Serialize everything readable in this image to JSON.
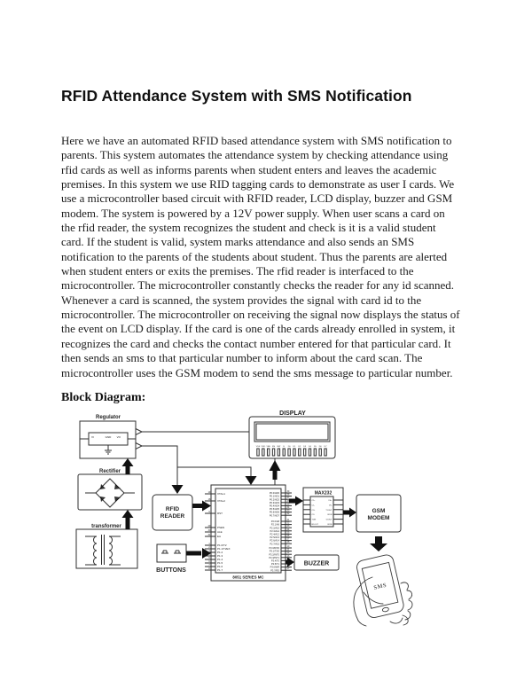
{
  "page": {
    "title": "RFID Attendance System with SMS Notification",
    "body": "Here we have an automated RFID based attendance system with SMS notification to\nparents. This system automates the attendance system by checking attendance using\nrfid cards as well as informs parents when student enters and leaves the academic\npremises. In this system we use RID tagging cards to demonstrate as user I cards. We\nuse a microcontroller based circuit with RFID reader, LCD display, buzzer and GSM\nmodem. The system is powered by a 12V power supply. When user scans a card on\nthe rfid reader, the system recognizes the student and check is it is a valid student\ncard. If the student is valid, system marks attendance and also sends an SMS\nnotification to the parents of the students about student. Thus the parents are alerted\nwhen student enters or exits the premises. The rfid reader is interfaced to the\nmicrocontroller. The microcontroller constantly checks the reader for any id scanned.\nWhenever a card is scanned, the system provides the signal with card id to the\nmicrocontroller. The microcontroller on receiving the signal now displays the status of\nthe event on LCD display. If the card is one of the cards already enrolled in system, it\nrecognizes the card and checks the contact number entered for that particular card. It\nthen sends an sms to that particular number to inform about the card scan. The\nmicrocontroller uses the GSM modem to send the sms message to particular number.",
    "section_heading": "Block Diagram:"
  },
  "diagram": {
    "regulator": {
      "label": "Regulator",
      "vi": "VI",
      "vo": "VO",
      "gnd": "GND"
    },
    "rectifier": {
      "label": "Rectifier"
    },
    "transformer": {
      "label": "transformer"
    },
    "display": {
      "label": "DISPLAY",
      "pins": [
        "VSS",
        "VDD",
        "VEE",
        "RS",
        "RW",
        "E",
        "D0",
        "D1",
        "D2",
        "D3",
        "D4",
        "D5",
        "D6",
        "D7"
      ]
    },
    "rfid": {
      "line1": "RFID",
      "line2": "READER"
    },
    "buttons": {
      "label": "BUTTONS"
    },
    "mc": {
      "label": "8051 SERIES MC",
      "xtal": [
        {
          "n": "19",
          "t": "XTAL1"
        },
        {
          "n": "18",
          "t": "XTAL2"
        }
      ],
      "rst": [
        {
          "n": "9",
          "t": "RST"
        }
      ],
      "ctrl": [
        {
          "n": "29",
          "t": "PSEN"
        },
        {
          "n": "30",
          "t": "ALE"
        },
        {
          "n": "31",
          "t": "EA"
        }
      ],
      "p1": [
        {
          "n": "1",
          "t": "P1.0/T2"
        },
        {
          "n": "2",
          "t": "P1.1/T2EX"
        },
        {
          "n": "3",
          "t": "P1.2"
        },
        {
          "n": "4",
          "t": "P1.3"
        },
        {
          "n": "5",
          "t": "P1.4"
        },
        {
          "n": "6",
          "t": "P1.5"
        },
        {
          "n": "7",
          "t": "P1.6"
        },
        {
          "n": "8",
          "t": "P1.7"
        }
      ],
      "p0": [
        {
          "n": "39",
          "t": "P0.0/AD0"
        },
        {
          "n": "38",
          "t": "P0.1/AD1"
        },
        {
          "n": "37",
          "t": "P0.2/AD2"
        },
        {
          "n": "36",
          "t": "P0.3/AD3"
        },
        {
          "n": "35",
          "t": "P0.4/AD4"
        },
        {
          "n": "34",
          "t": "P0.5/AD5"
        },
        {
          "n": "33",
          "t": "P0.6/AD6"
        },
        {
          "n": "32",
          "t": "P0.7/AD7"
        }
      ],
      "p2": [
        {
          "n": "21",
          "t": "P2.0/A8"
        },
        {
          "n": "22",
          "t": "P2.1/A9"
        },
        {
          "n": "23",
          "t": "P2.2/A10"
        },
        {
          "n": "24",
          "t": "P2.3/A11"
        },
        {
          "n": "25",
          "t": "P2.4/A12"
        },
        {
          "n": "26",
          "t": "P2.5/A13"
        },
        {
          "n": "27",
          "t": "P2.6/A14"
        },
        {
          "n": "28",
          "t": "P2.7/A15"
        }
      ],
      "p3": [
        {
          "n": "10",
          "t": "P3.0/RXD"
        },
        {
          "n": "11",
          "t": "P3.1/TXD"
        },
        {
          "n": "12",
          "t": "P3.2/INT0"
        },
        {
          "n": "13",
          "t": "P3.3/INT1"
        },
        {
          "n": "14",
          "t": "P3.4/T0"
        },
        {
          "n": "15",
          "t": "P3.5/T1"
        },
        {
          "n": "16",
          "t": "P3.6/WR"
        },
        {
          "n": "17",
          "t": "P3.7/RD"
        }
      ]
    },
    "max232": {
      "label": "MAX232",
      "left_pins": [
        "C1+",
        "C1-",
        "C2+",
        "C2-",
        "T1IN",
        "R1OUT"
      ],
      "right_pins": [
        "VS+",
        "VS-",
        "T1OUT",
        "R1IN",
        "T2OUT",
        "R2IN"
      ]
    },
    "gsm": {
      "line1": "GSM",
      "line2": "MODEM"
    },
    "buzzer": {
      "label": "BUZZER"
    },
    "phone": {
      "label": "SMS"
    }
  }
}
